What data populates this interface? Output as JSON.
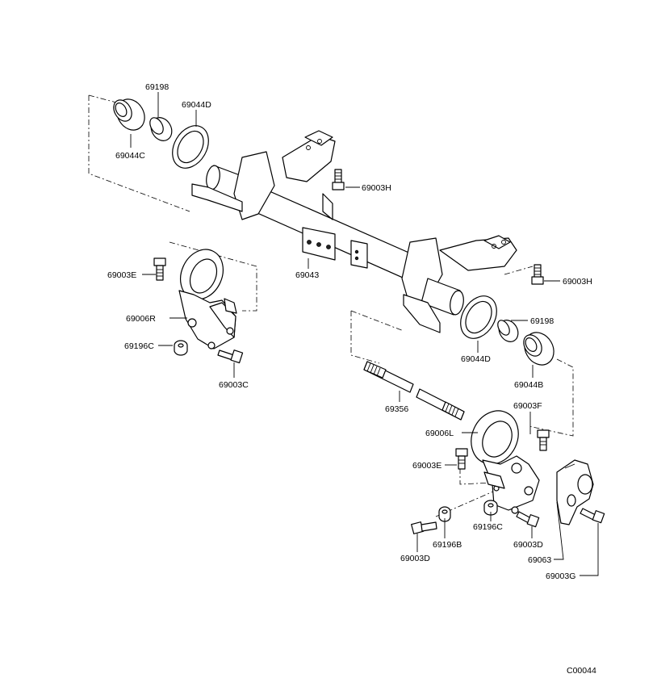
{
  "diagram_code": "C00044",
  "parts": {
    "p69198_top": "69198",
    "p69044D_top": "69044D",
    "p69044C": "69044C",
    "p69003H_top": "69003H",
    "p69003E_left": "69003E",
    "p69043": "69043",
    "p69003H_right": "69003H",
    "p69006R": "69006R",
    "p69196C_left": "69196C",
    "p69003C": "69003C",
    "p69198_right": "69198",
    "p69044D_right": "69044D",
    "p69044B": "69044B",
    "p69356": "69356",
    "p69003F": "69003F",
    "p69006L": "69006L",
    "p69003E_mid": "69003E",
    "p69196C_bottom": "69196C",
    "p69196B": "69196B",
    "p69003D_left": "69003D",
    "p69003D_right": "69003D",
    "p69063": "69063",
    "p69003G": "69003G"
  }
}
